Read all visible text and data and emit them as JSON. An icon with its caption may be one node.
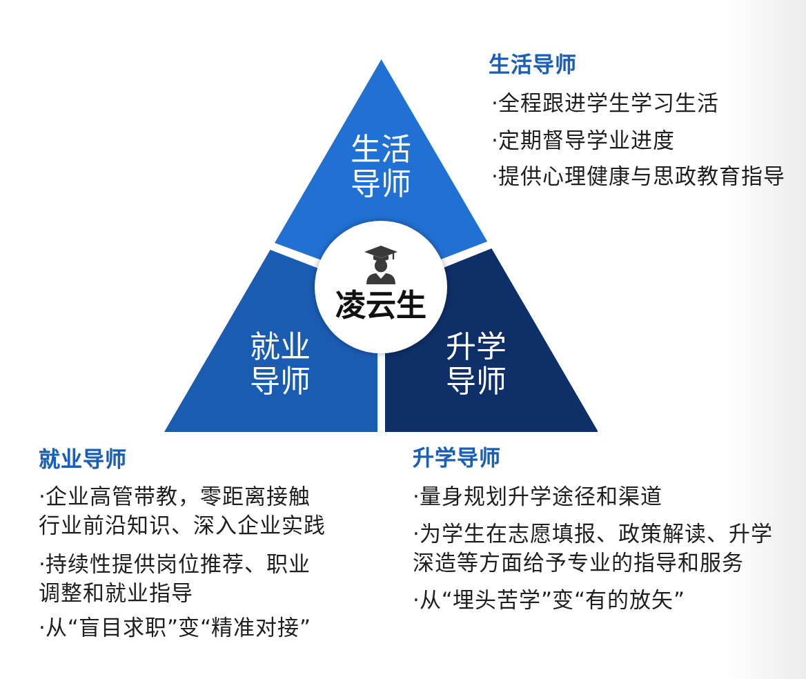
{
  "diagram": {
    "nodes": [
      {
        "text": [
          "生活导师"
        ],
        "beside": [
          "生活导师",
          "·全程跟进学生学习生活",
          "·定期督导学业进度",
          "·提供心理健康与思政教育指导"
        ]
      },
      {
        "text": [
          "凌云生"
        ]
      },
      {
        "text": [
          "就业导师"
        ],
        "beside": [
          "就业导师",
          "·企业高管带教，零距离接触行业前沿知识、深入企业实践",
          "·持续性提供岗位推荐、职业调整和就业指导",
          "·从“盲目求职”变“精准对接”"
        ]
      },
      {
        "text": [
          "升学导师"
        ],
        "beside": [
          "升学导师",
          "·量身规划升学途径和渠道",
          "·为学生在志愿填报、政策解读、升学深造等方面给予专业的指导和服务",
          "·从“埋头苦学”变“有的放矢”"
        ]
      }
    ]
  }
}
